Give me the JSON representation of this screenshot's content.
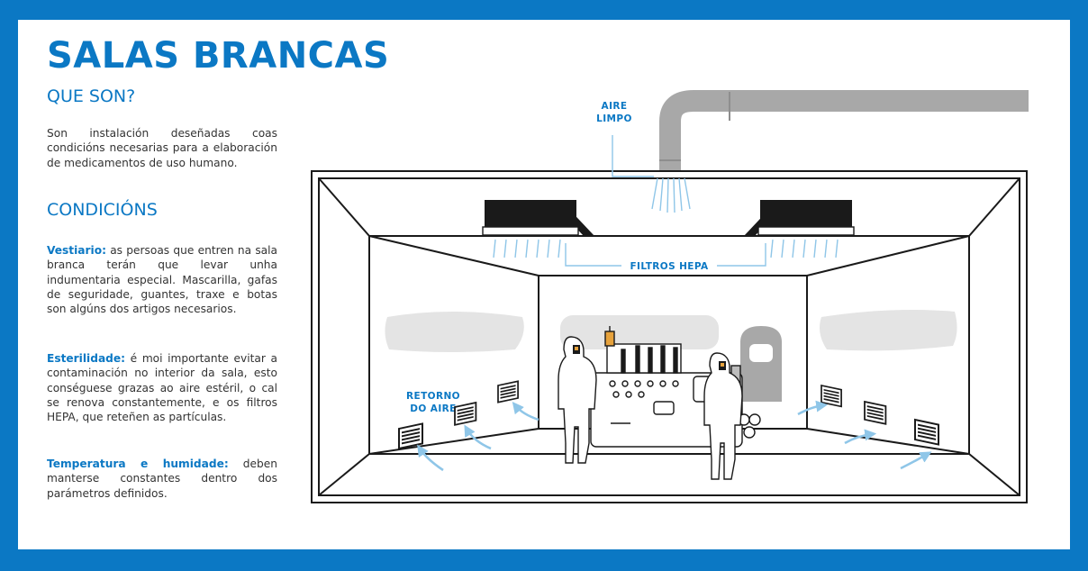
{
  "title": "SALAS BRANCAS",
  "sections": {
    "que_son": {
      "heading": "QUE SON?",
      "body": "Son instalación deseñadas coas condicións necesarias para a elaboración de medicamentos de uso humano."
    },
    "condicions": {
      "heading": "CONDICIÓNS",
      "items": [
        {
          "term": "Vestiario:",
          "text": " as persoas que entren na sala branca terán que levar unha indumentaria especial. Mascarilla, gafas de seguridade, guantes, traxe e botas son algúns dos artigos necesarios."
        },
        {
          "term": "Esterilidade:",
          "text": " é moi importante evitar a contaminación no interior da sala, esto conséguese grazas ao aire estéril, o cal se renova constantemente, e os filtros HEPA, que reteñen as partículas."
        },
        {
          "term": "Temperatura e humidade:",
          "text": " deben manterse constantes dentro dos parámetros definidos."
        }
      ]
    }
  },
  "diagram_labels": {
    "clean_air_line1": "AIRE",
    "clean_air_line2": "LIMPO",
    "hepa": "FILTROS HEPA",
    "return_line1": "RETORNO",
    "return_line2": "DO AIRE"
  },
  "colors": {
    "border": "#0b78c4",
    "accent": "#0b78c4",
    "duct": "#a8a8a8",
    "wall_panel": "#e4e4e4",
    "airflow": "#8fc6e8"
  }
}
